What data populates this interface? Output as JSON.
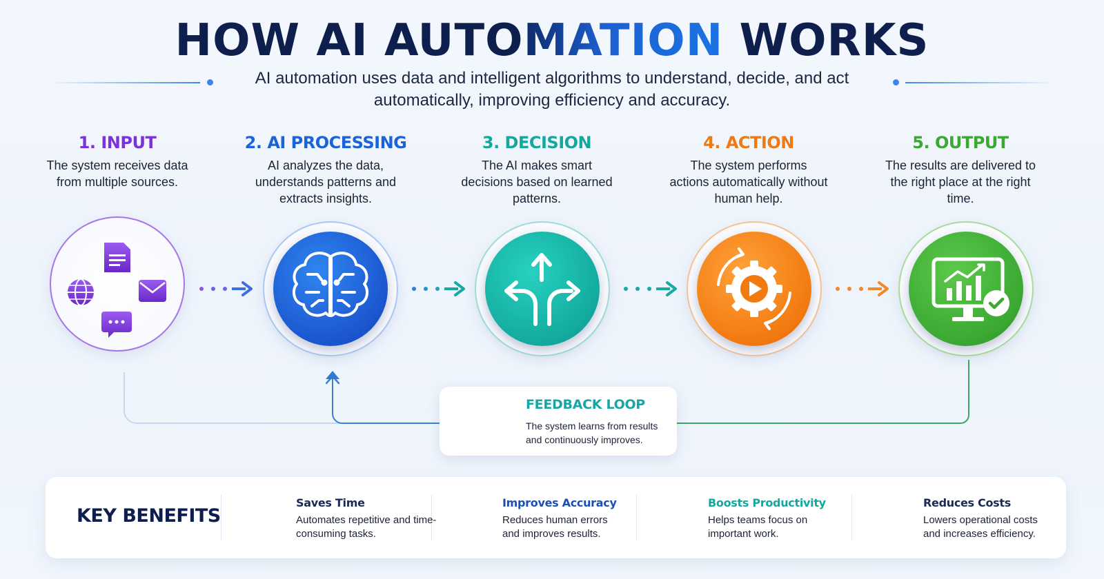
{
  "header": {
    "title_part1": "HOW AI AUTO",
    "title_part2": "MATION",
    "title_part3": " WORKS",
    "subtitle": "AI automation uses data and intelligent algorithms to understand, decide, and act automatically, improving efficiency and accuracy."
  },
  "steps": [
    {
      "title": "1. INPUT",
      "desc": "The system receives data from multiple sources.",
      "color": "#7a33d6",
      "icon": "data-sources-icon"
    },
    {
      "title": "2. AI PROCESSING",
      "desc": "AI analyzes the data, understands patterns and extracts insights.",
      "color": "#1c63d9",
      "icon": "brain-icon"
    },
    {
      "title": "3. DECISION",
      "desc": "The AI makes smart decisions based on learned patterns.",
      "color": "#14a79d",
      "icon": "decision-arrows-icon"
    },
    {
      "title": "4. ACTION",
      "desc": "The system performs actions automatically without human help.",
      "color": "#f07a12",
      "icon": "gear-play-icon"
    },
    {
      "title": "5. OUTPUT",
      "desc": "The results are delivered to the right place at the right time.",
      "color": "#3aa832",
      "icon": "monitor-chart-check-icon"
    }
  ],
  "feedback": {
    "title": "FEEDBACK LOOP",
    "desc": "The system learns from results and continuously improves.",
    "icon": "refresh-cycle-icon"
  },
  "benefits": {
    "title": "KEY BENEFITS",
    "items": [
      {
        "title": "Saves Time",
        "desc": "Automates repetitive and time-consuming tasks.",
        "color": "#1a2a55",
        "icon": "clock-icon"
      },
      {
        "title": "Improves Accuracy",
        "desc": "Reduces human errors and improves results.",
        "color": "#1c4fb3",
        "icon": "target-icon"
      },
      {
        "title": "Boosts Productivity",
        "desc": "Helps teams focus on important work.",
        "color": "#14a79d",
        "icon": "growth-chart-icon"
      },
      {
        "title": "Reduces Costs",
        "desc": "Lowers operational costs and increases efficiency.",
        "color": "#1a2a55",
        "icon": "dollar-coin-icon"
      }
    ]
  }
}
